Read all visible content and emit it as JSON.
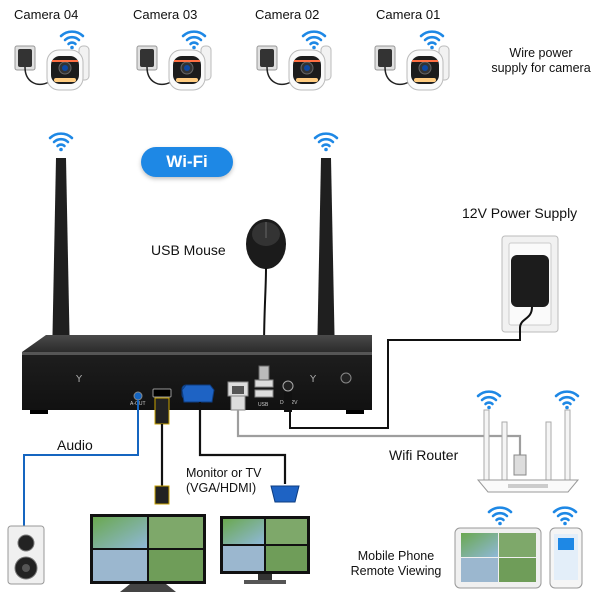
{
  "cameras": [
    {
      "label": "Camera 04"
    },
    {
      "label": "Camera 03"
    },
    {
      "label": "Camera 02"
    },
    {
      "label": "Camera 01"
    }
  ],
  "labels": {
    "wire_power_line1": "Wire power",
    "wire_power_line2": "supply for camera",
    "wifi_badge": "Wi-Fi",
    "power_supply": "12V Power Supply",
    "usb_mouse": "USB Mouse",
    "audio": "Audio",
    "wifi_router": "Wifi Router",
    "monitor_line1": "Monitor or TV",
    "monitor_line2": "(VGA/HDMI)",
    "mobile_line1": "Mobile Phone",
    "mobile_line2": "Remote Viewing"
  },
  "nvr_ports": {
    "audio_out": "A-OUT",
    "usb": "USB",
    "dc": "DC 12V"
  },
  "colors": {
    "wifi_icon": "#1e88e5",
    "wifi_badge_bg": "#1e88e5",
    "nvr_body": "#2a2a2a",
    "cable_power": "#111111",
    "cable_network": "#9e9e9e",
    "cable_audio": "#1565c0"
  },
  "icons": [
    "wifi-icon",
    "camera-icon",
    "power-adapter-icon",
    "mouse-icon",
    "speaker-icon",
    "router-icon",
    "monitor-icon",
    "phone-icon",
    "tablet-icon"
  ]
}
